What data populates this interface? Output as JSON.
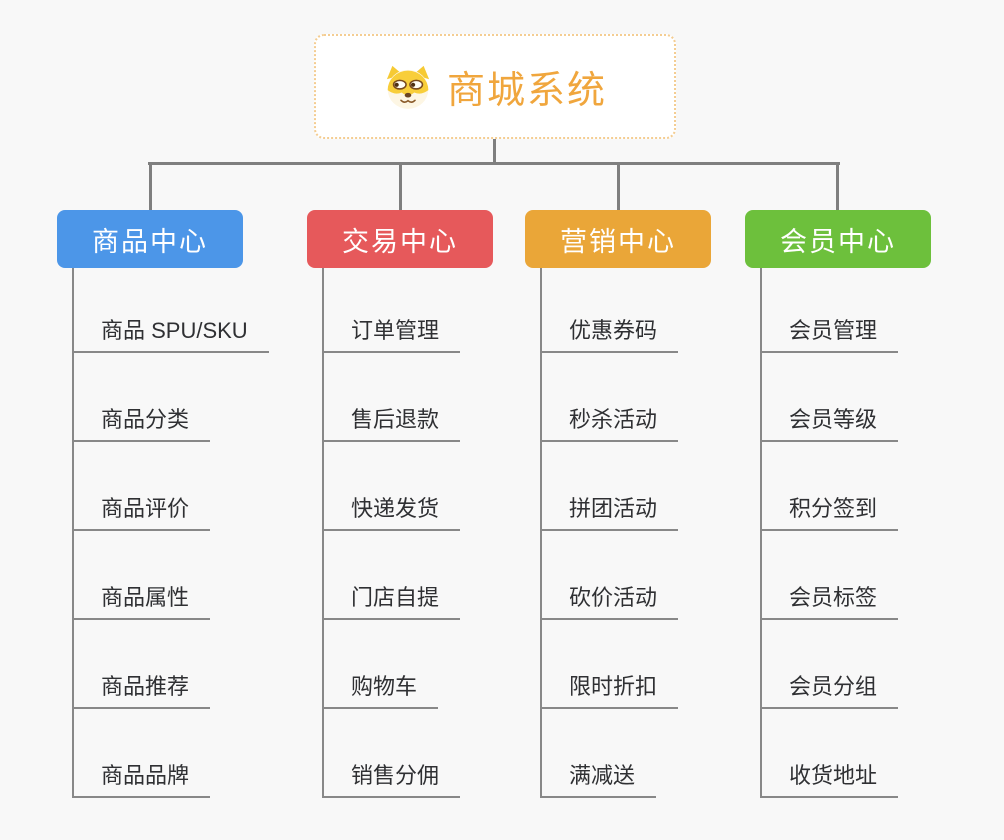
{
  "root": {
    "title": "商城系统",
    "icon": "dog-face-icon"
  },
  "branches": [
    {
      "label": "商品中心",
      "color": "#4c96e8",
      "items": [
        "商品 SPU/SKU",
        "商品分类",
        "商品评价",
        "商品属性",
        "商品推荐",
        "商品品牌"
      ]
    },
    {
      "label": "交易中心",
      "color": "#e6595b",
      "items": [
        "订单管理",
        "售后退款",
        "快递发货",
        "门店自提",
        "购物车",
        "销售分佣"
      ]
    },
    {
      "label": "营销中心",
      "color": "#eaa638",
      "items": [
        "优惠券码",
        "秒杀活动",
        "拼团活动",
        "砍价活动",
        "限时折扣",
        "满减送"
      ]
    },
    {
      "label": "会员中心",
      "color": "#6dc03c",
      "items": [
        "会员管理",
        "会员等级",
        "积分签到",
        "会员标签",
        "会员分组",
        "收货地址"
      ]
    }
  ],
  "colors": {
    "background": "#f8f8f8",
    "root_accent": "#f0a63d",
    "root_border": "#f4cd92",
    "connector": "#7f7f7f",
    "underline": "#888888",
    "leaf_text": "#2f3033"
  }
}
